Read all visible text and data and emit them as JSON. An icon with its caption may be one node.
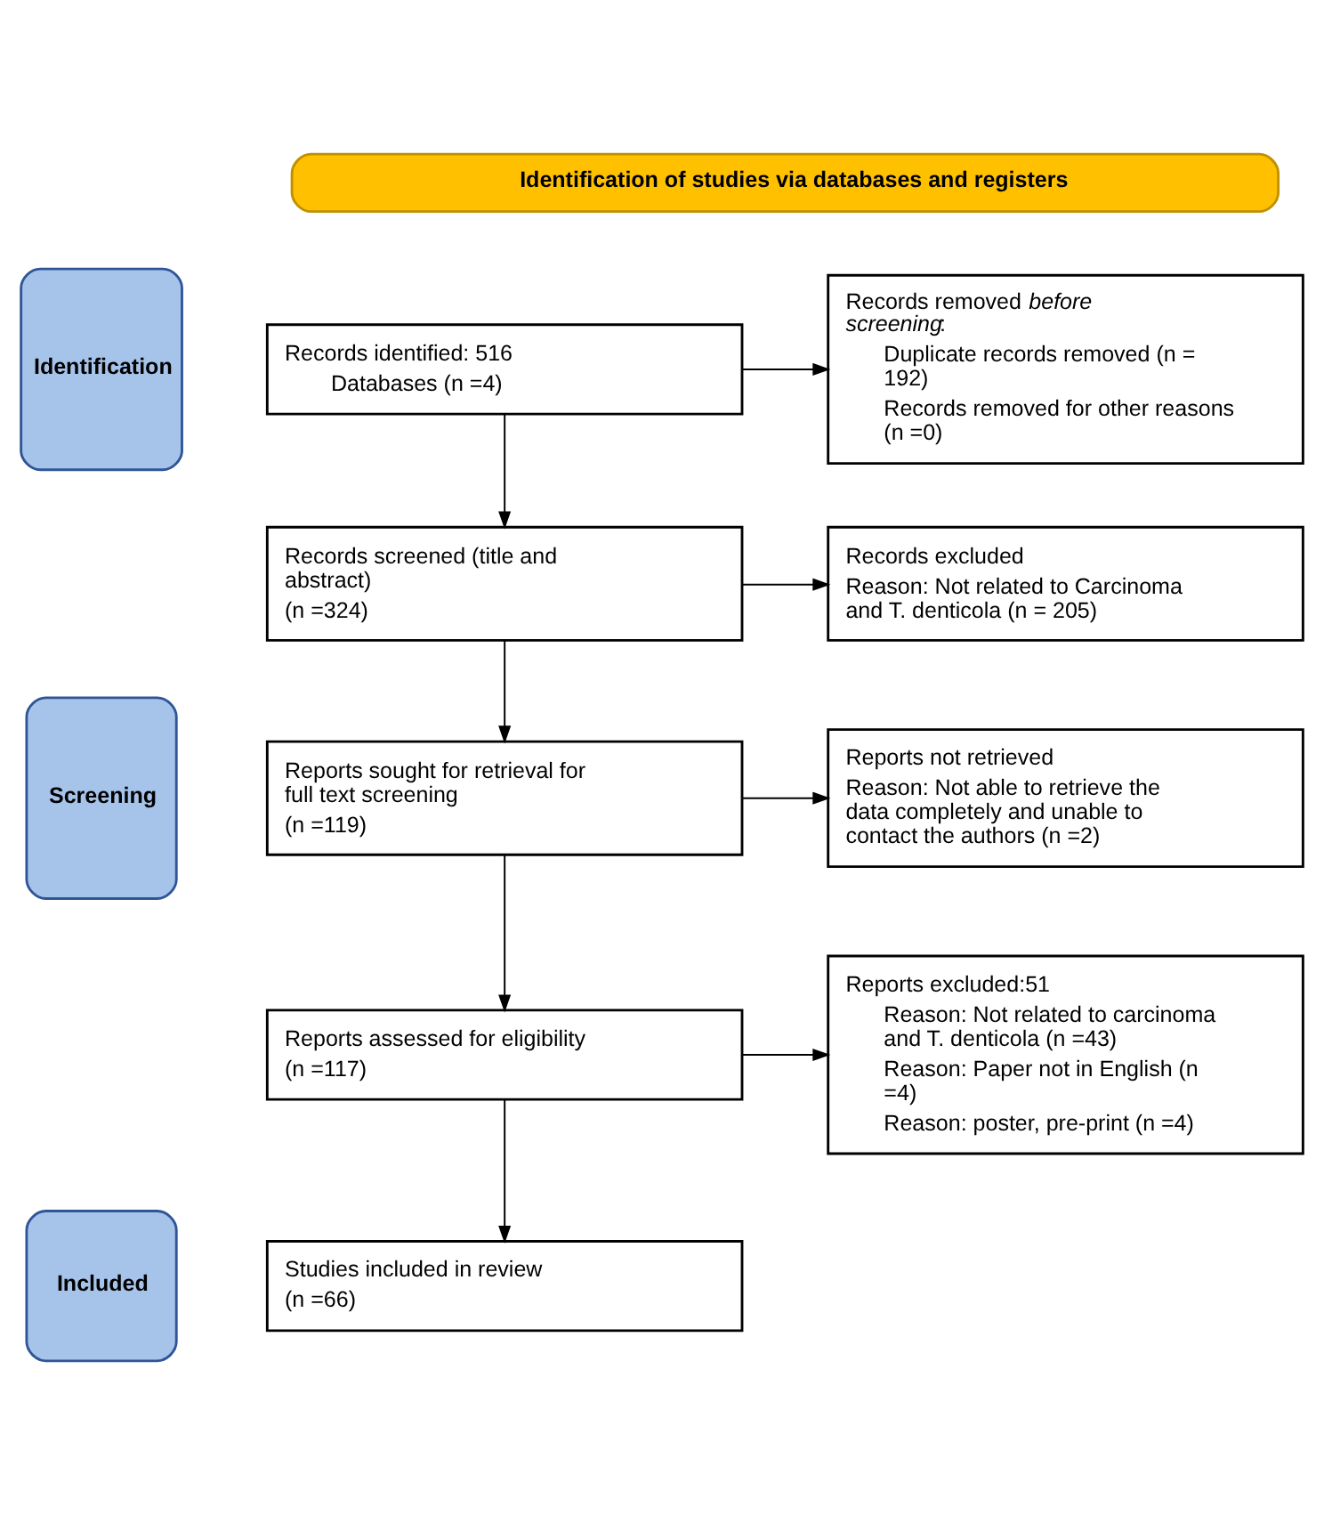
{
  "diagram": {
    "nodes": [
      {
        "text": [
          "Identification of studies via databases and registers"
        ]
      },
      {
        "text": [
          "Identification"
        ]
      },
      {
        "text": [
          "Records identified: 516",
          "Databases (n =4)"
        ]
      },
      {
        "text": [
          "Records removed *before screening*:",
          "Duplicate records removed (n = 192)",
          "Records removed for other reasons (n =0)"
        ]
      },
      {
        "text": [
          "Screening"
        ]
      },
      {
        "text": [
          "Records screened (title and abstract)",
          "(n =324)"
        ]
      },
      {
        "text": [
          "Records excluded",
          "Reason: Not related to Carcinoma and T. denticola (n = 205)"
        ]
      },
      {
        "text": [
          "Reports sought for retrieval for full text screening",
          "(n =119)"
        ]
      },
      {
        "text": [
          "Reports not retrieved",
          "Reason: Not able to retrieve the data completely and unable to contact the authors (n =2)"
        ]
      },
      {
        "text": [
          "Reports assessed for eligibility",
          "(n =117)"
        ]
      },
      {
        "text": [
          "Reports excluded:51",
          "Reason: Not related to carcinoma and T. denticola (n =43)",
          "Reason: Paper not in English (n =4)",
          "Reason: poster, pre-print (n =4)"
        ]
      },
      {
        "text": [
          "Included"
        ]
      },
      {
        "text": [
          "Studies included in review",
          "(n =66)"
        ]
      }
    ],
    "edges": [
      {
        "from": 2,
        "to": 3,
        "arrow": "to"
      },
      {
        "from": 2,
        "to": 5,
        "arrow": "to"
      },
      {
        "from": 5,
        "to": 6,
        "arrow": "to"
      },
      {
        "from": 5,
        "to": 7,
        "arrow": "to"
      },
      {
        "from": 7,
        "to": 8,
        "arrow": "to"
      },
      {
        "from": 7,
        "to": 9,
        "arrow": "to"
      },
      {
        "from": 9,
        "to": 10,
        "arrow": "to"
      },
      {
        "from": 9,
        "to": 12,
        "arrow": "to"
      }
    ]
  }
}
